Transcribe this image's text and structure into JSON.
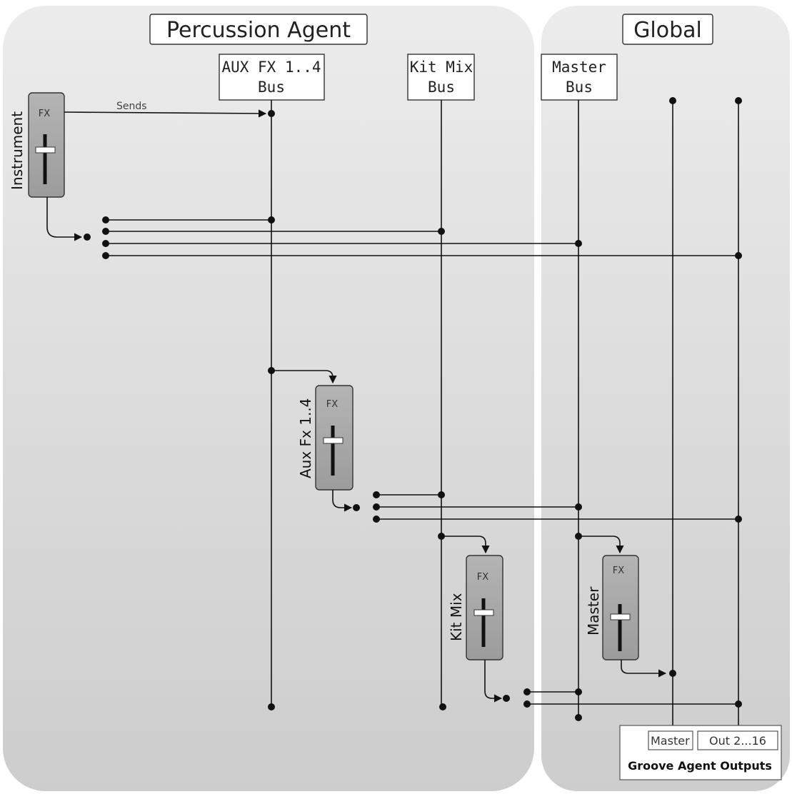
{
  "sections": {
    "percussion_agent": "Percussion Agent",
    "global": "Global"
  },
  "buses": {
    "aux_line1": "AUX FX 1..4",
    "aux_line2": "Bus",
    "kit_line1": "Kit Mix",
    "kit_line2": "Bus",
    "master_line1": "Master",
    "master_line2": "Bus"
  },
  "labels": {
    "sends": "Sends",
    "fx": "FX"
  },
  "strips": {
    "instrument": "Instrument",
    "aux_fx": "Aux Fx 1..4",
    "kit_mix": "Kit Mix",
    "master": "Master"
  },
  "outputs": {
    "master": "Master",
    "out": "Out 2...16",
    "title": "Groove Agent Outputs"
  },
  "colors": {
    "panel_top": "#ececec",
    "panel_bottom": "#cfcfcf",
    "strip_fill": "#a8a8a8"
  }
}
